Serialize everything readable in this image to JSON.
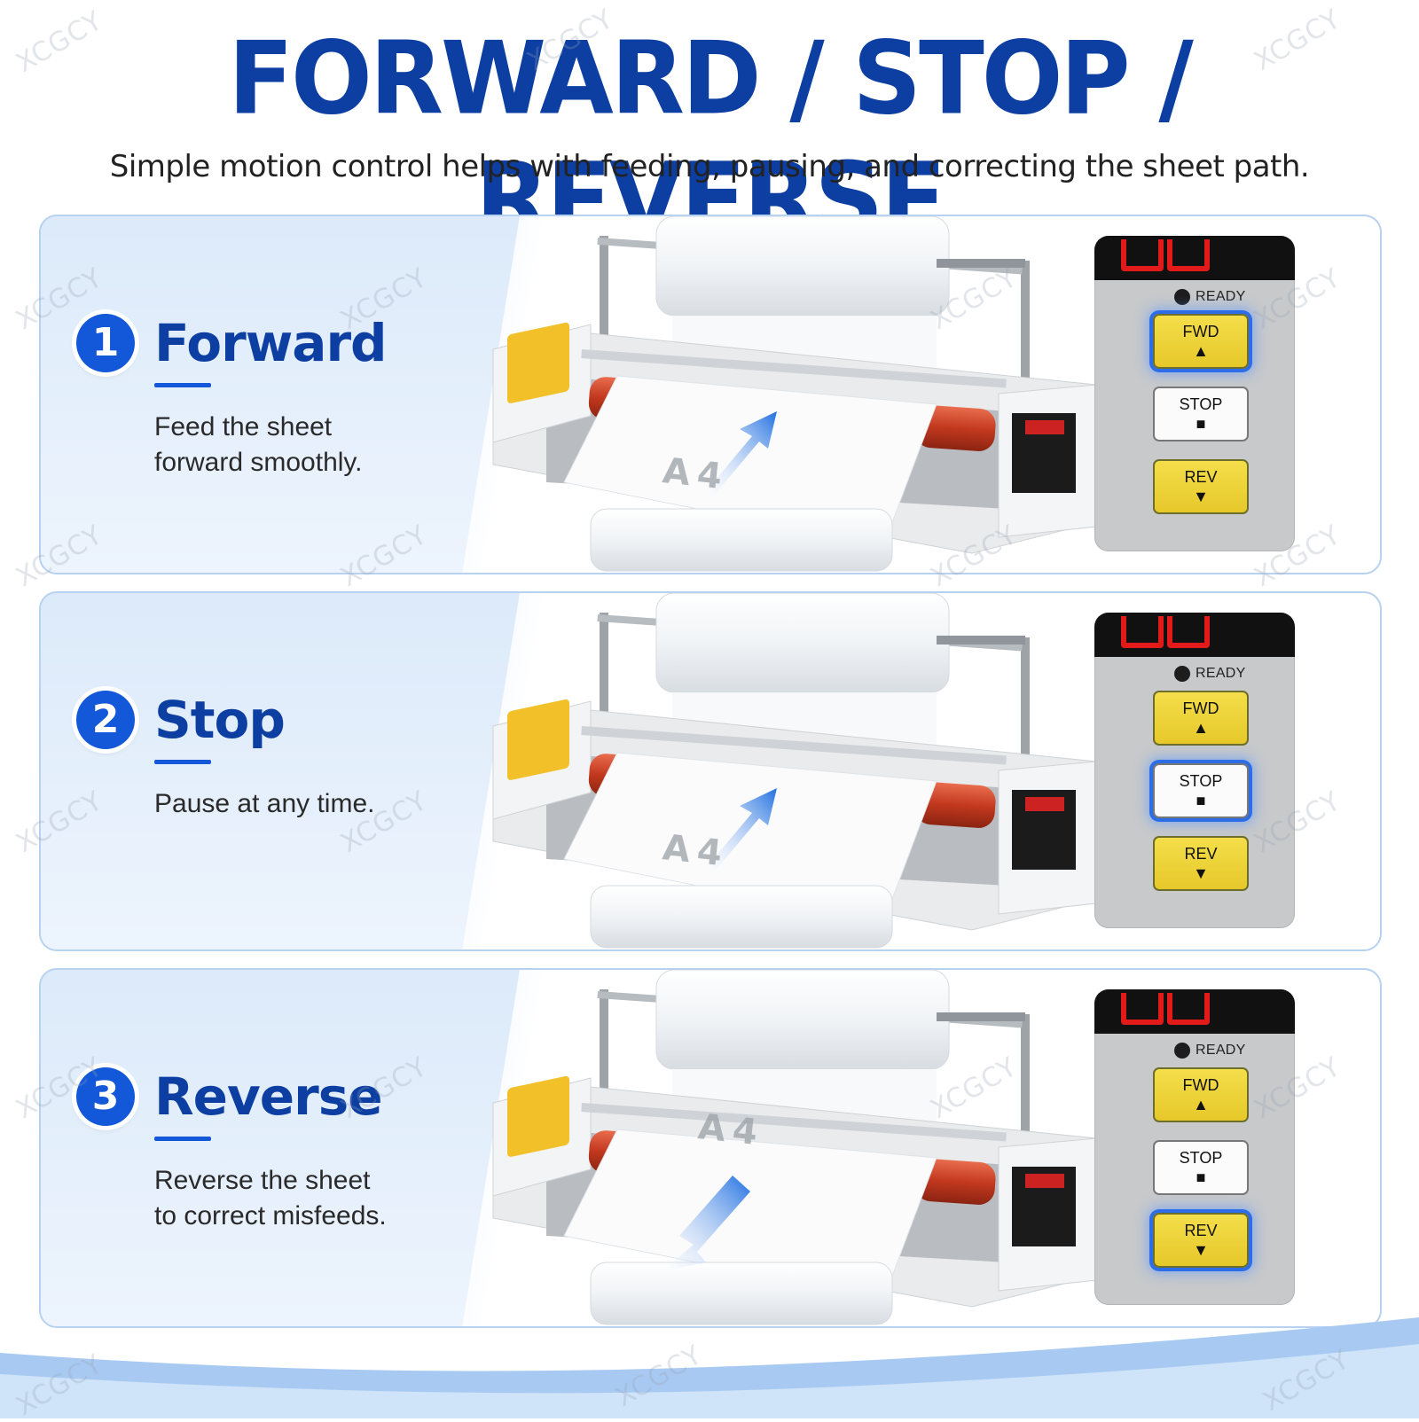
{
  "header": {
    "title": "FORWARD / STOP / REVERSE",
    "subtitle": "Simple motion control helps with feeding, pausing, and correcting the sheet path."
  },
  "colors": {
    "brand_blue": "#0d3fa3",
    "accent_blue": "#1358d8",
    "button_yellow": "#f4de4a",
    "display_red": "#e21a1a"
  },
  "steps": [
    {
      "number": "1",
      "title": "Forward",
      "description_lines": [
        "Feed the sheet",
        "forward smoothly."
      ],
      "sheet_label": "A4",
      "arrow_direction": "forward",
      "active_button": "fwd"
    },
    {
      "number": "2",
      "title": "Stop",
      "description_lines": [
        "Pause at any time."
      ],
      "sheet_label": "A4",
      "arrow_direction": "forward",
      "active_button": "stop"
    },
    {
      "number": "3",
      "title": "Reverse",
      "description_lines": [
        "Reverse the sheet",
        "to correct misfeeds."
      ],
      "sheet_label": "A4",
      "arrow_direction": "reverse",
      "active_button": "rev"
    }
  ],
  "control_panel": {
    "ready_label": "READY",
    "fwd_label": "FWD",
    "stop_label": "STOP",
    "rev_label": "REV",
    "fwd_glyph": "▲",
    "stop_glyph": "■",
    "rev_glyph": "▼"
  },
  "watermark": "XCGCY"
}
